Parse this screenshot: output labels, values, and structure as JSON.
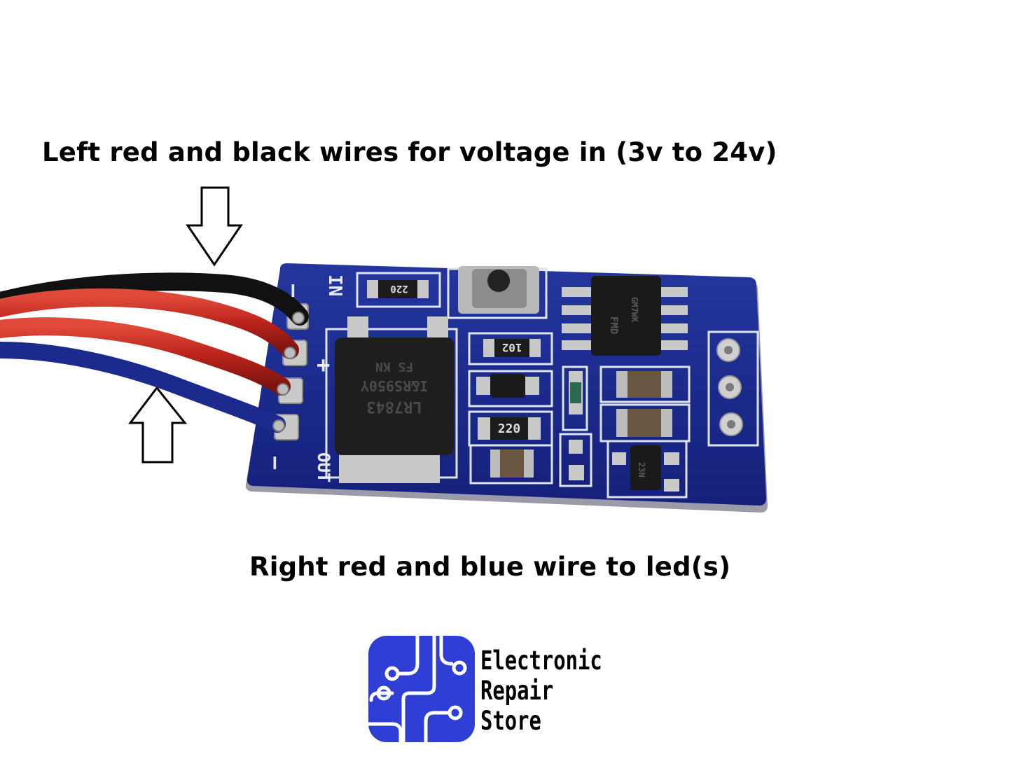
{
  "captions": {
    "top": "Left red and black wires for voltage in (3v to 24v)",
    "bottom": "Right red and blue wire to led(s)"
  },
  "board": {
    "label_in": "IN",
    "label_out": "OUT",
    "label_minus_top": "–",
    "label_plus": "+",
    "label_minus_bottom": "–",
    "resistor_1": "220",
    "resistor_2": "102",
    "resistor_3": "220",
    "regulator_line1": "FS   KN",
    "regulator_line2": "I&RS950Y",
    "regulator_line3": "LR7843",
    "ic_line1": "FMD",
    "ic_line2": "GM7WK",
    "transistor": "23N"
  },
  "brand": {
    "line1": "Electronic",
    "line2": "Repair",
    "line3": "Store",
    "logo_color": "#2f3fd6"
  },
  "colors": {
    "pcb": "#1a2a8a",
    "wire_red": "#c0241a",
    "wire_black": "#111111",
    "wire_blue": "#1b2a8c"
  }
}
